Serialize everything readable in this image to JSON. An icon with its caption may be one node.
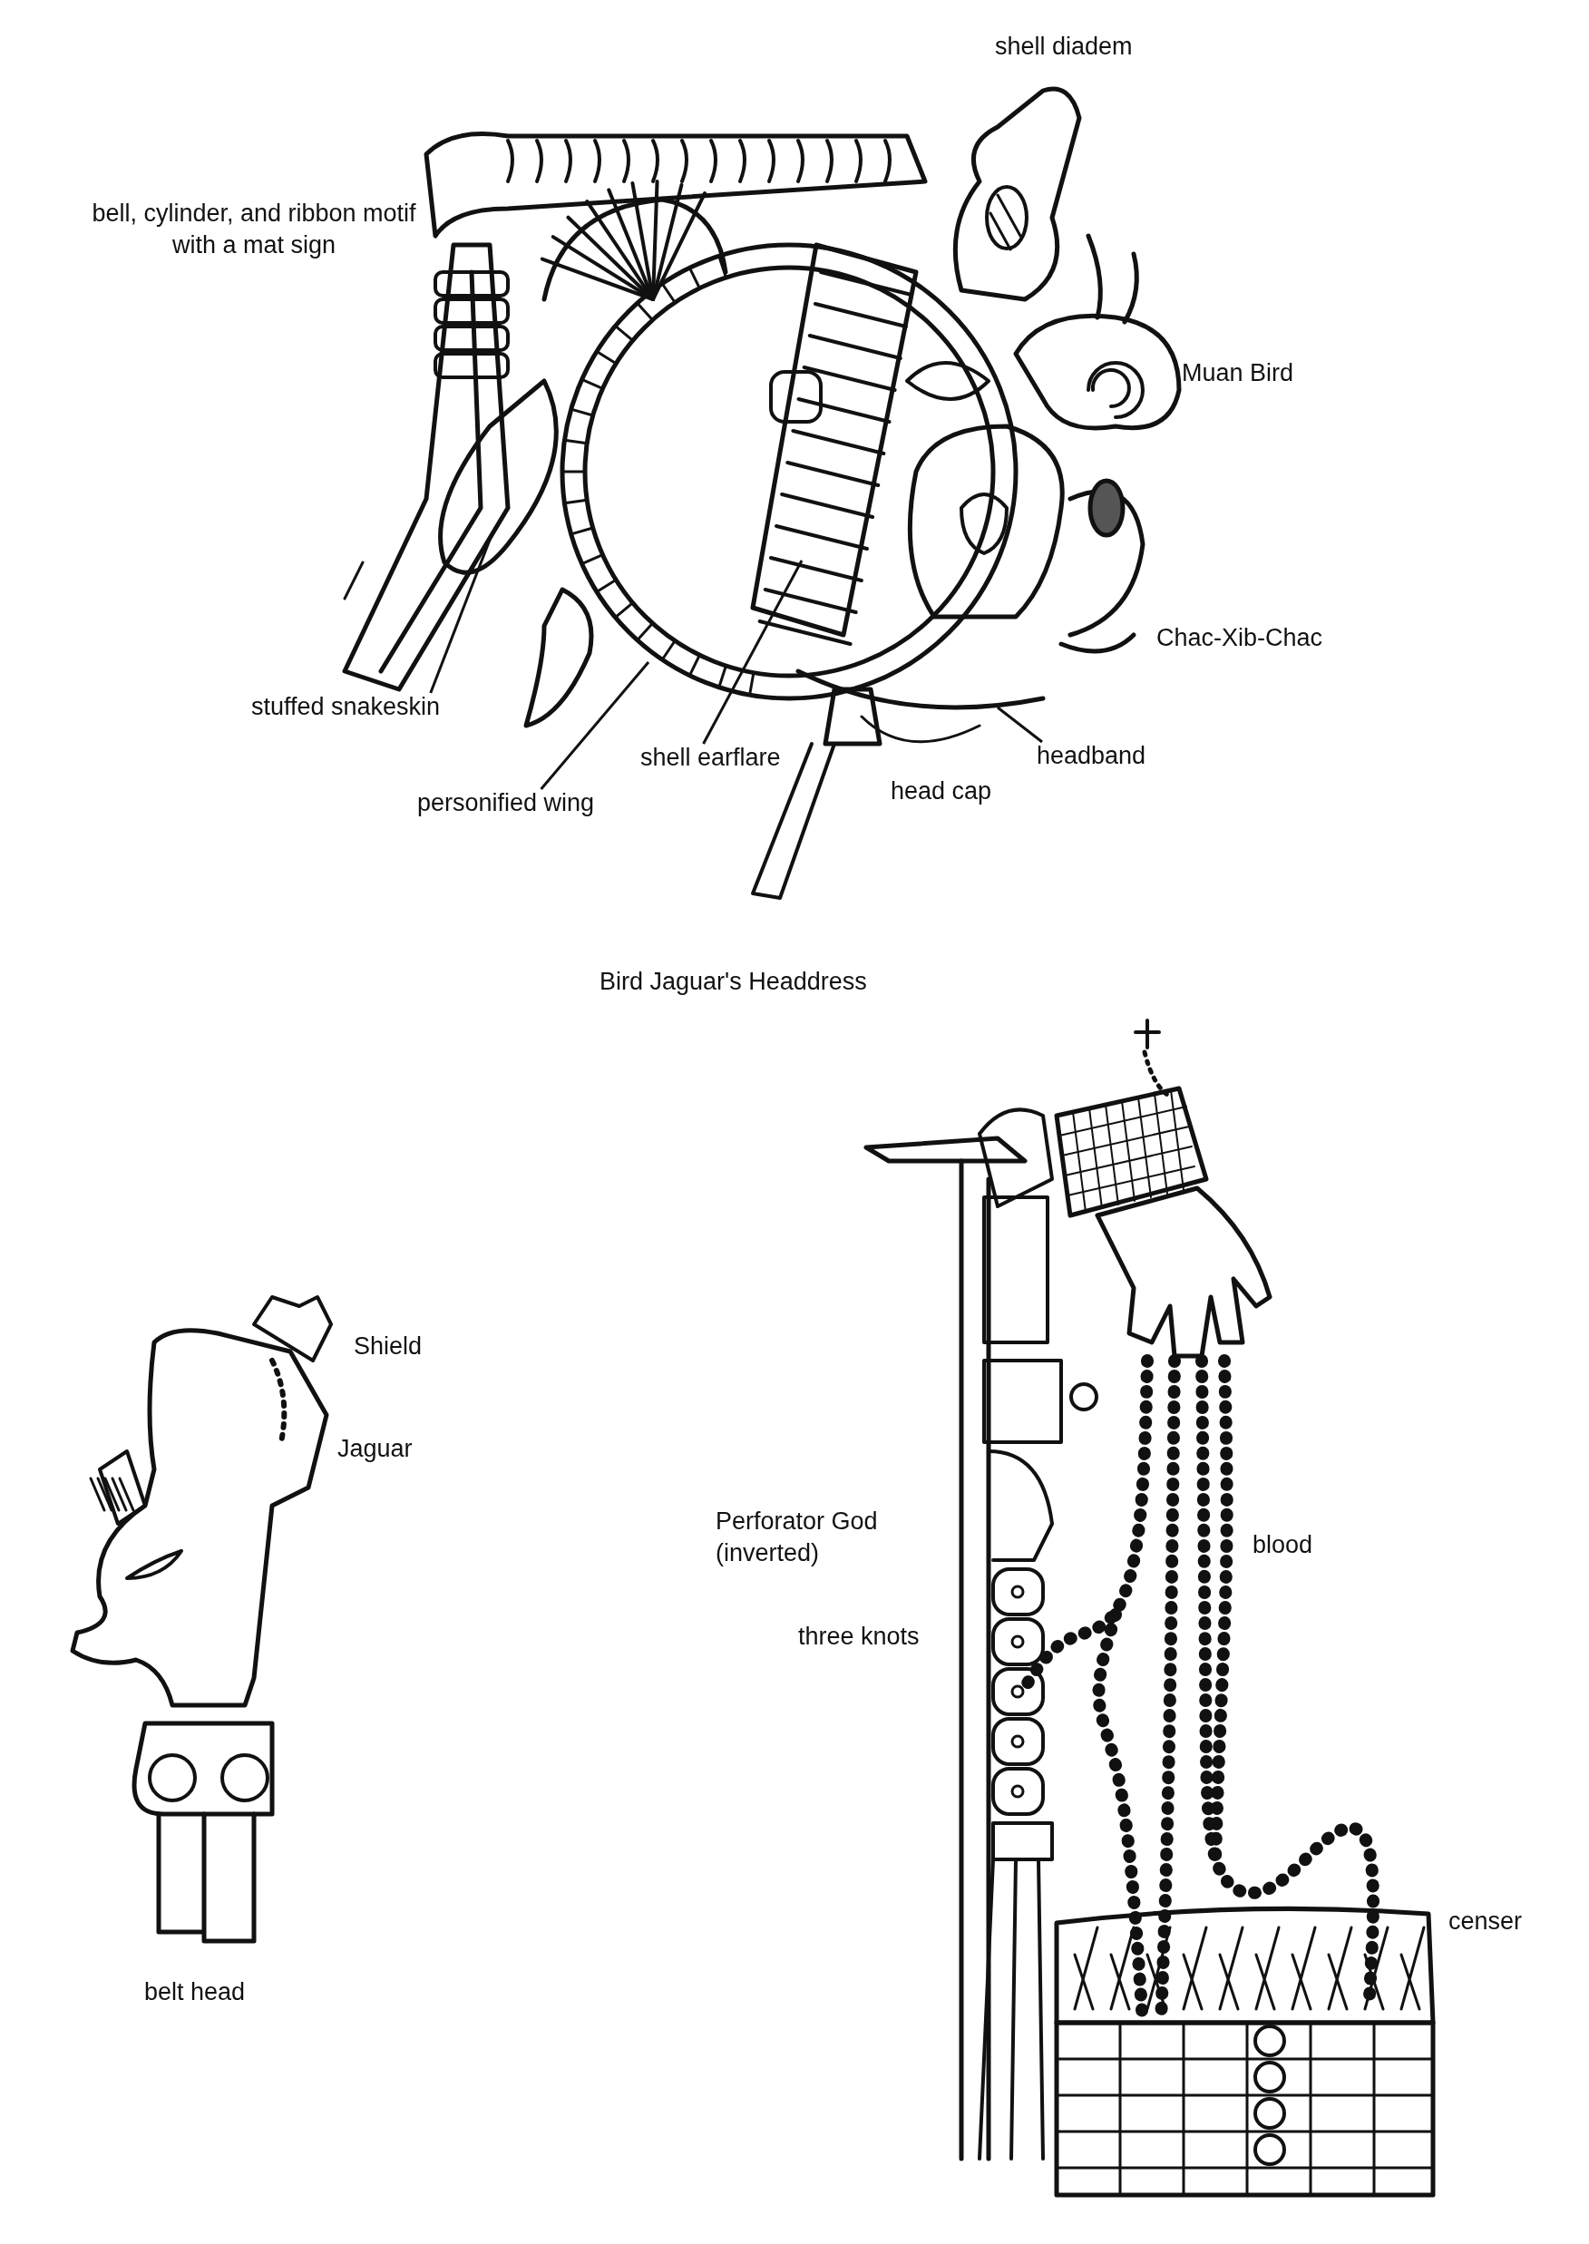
{
  "diagram": {
    "nodes": [
      {
        "text": [
          "stuffed snakeskin"
        ]
      },
      {
        "text": [
          "personified wing"
        ]
      },
      {
        "text": [
          "shell earflare"
        ]
      },
      {
        "text": [
          "headband"
        ]
      }
    ],
    "edges": [
      {
        "from": 0,
        "to": null,
        "arrow": "none"
      },
      {
        "from": 1,
        "to": null,
        "arrow": "none"
      },
      {
        "from": 2,
        "to": null,
        "arrow": "none"
      },
      {
        "from": 3,
        "to": null,
        "arrow": "none"
      }
    ],
    "labels": [
      "shell diadem",
      "bell, cylinder, and ribbon motif with a mat sign",
      "Muan Bird",
      "Chac-Xib-Chac",
      "head cap",
      "Bird Jaguar's Headdress",
      "Shield",
      "Jaguar",
      "Perforator God (inverted)",
      "blood",
      "three knots",
      "censer",
      "belt head"
    ]
  }
}
